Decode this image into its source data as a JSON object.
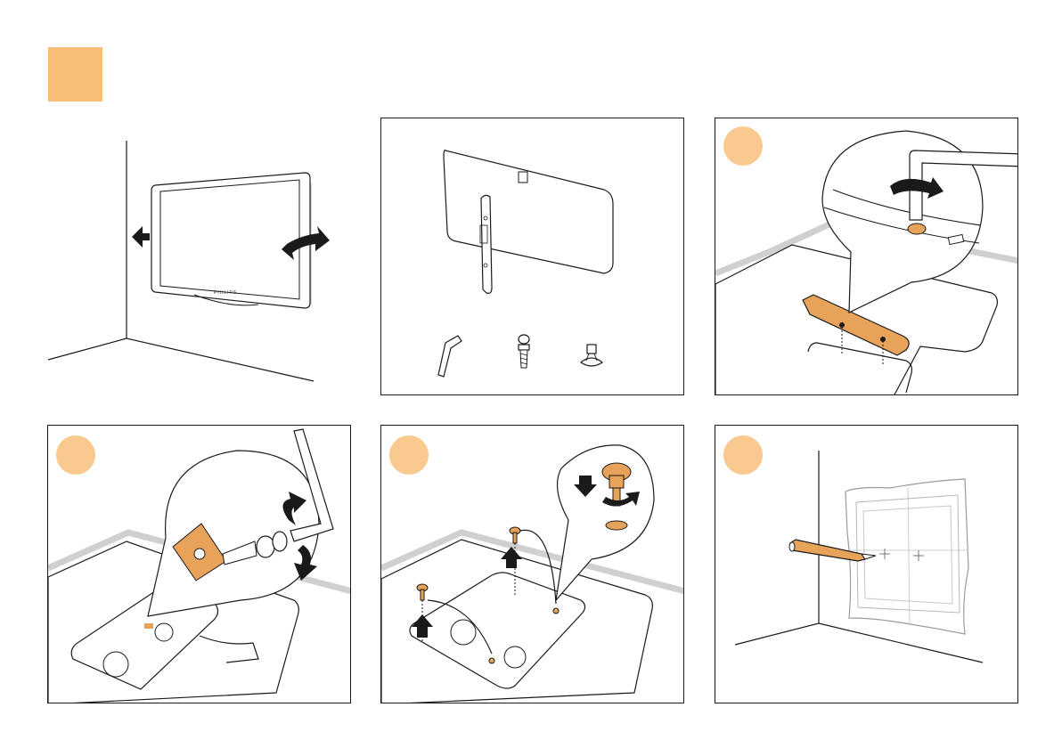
{
  "colors": {
    "accent": "#f9bf78",
    "badge": "#f9c98f",
    "part": "#e8a35b",
    "ink": "#1a1a1a",
    "shadow": "#d6d6d6"
  },
  "tv": {
    "brand_label": "PHILIPS"
  },
  "panels": [
    {
      "name": "tv-wall-clearance",
      "badge": false
    },
    {
      "name": "kit-contents",
      "badge": false,
      "parts": [
        "allen-key-icon",
        "bolt-icon",
        "spacer-icon"
      ]
    },
    {
      "name": "remove-stand-screws",
      "badge": true
    },
    {
      "name": "attach-bracket-bolt",
      "badge": true
    },
    {
      "name": "fasten-screws",
      "badge": true
    },
    {
      "name": "mark-wall-template",
      "badge": true
    }
  ]
}
